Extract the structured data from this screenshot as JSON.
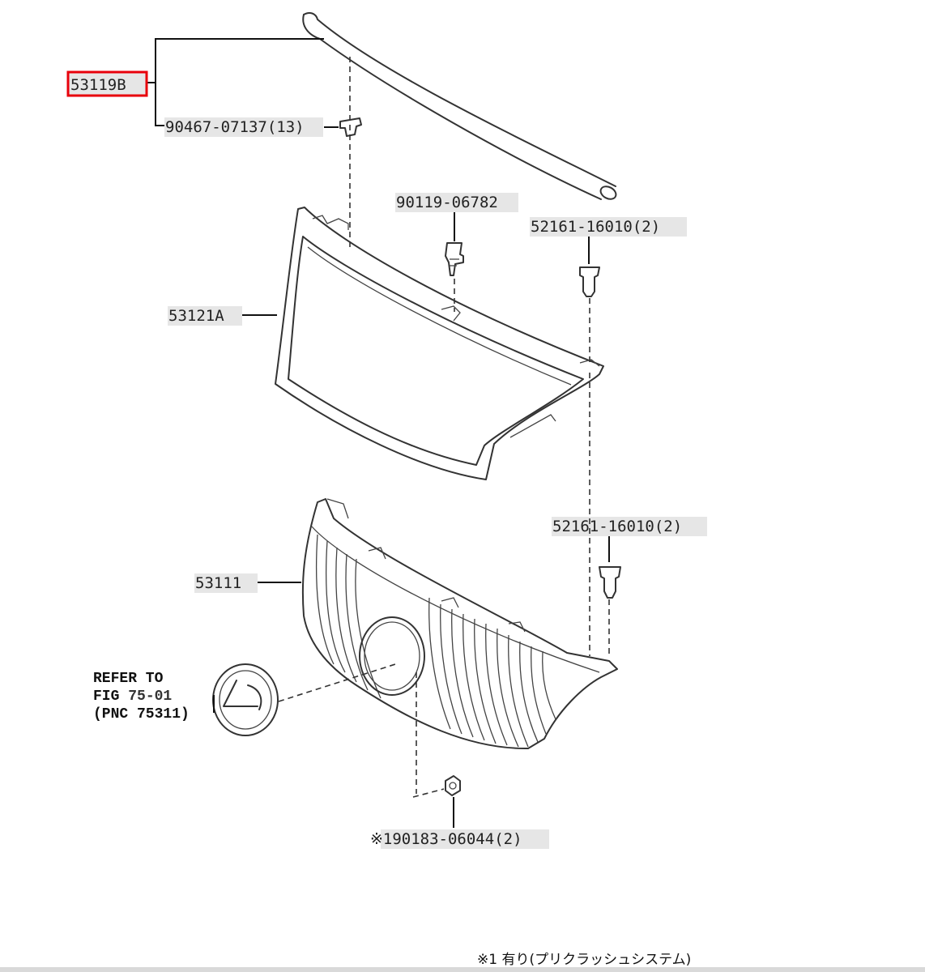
{
  "callouts": {
    "part_53119b": "53119B",
    "clip_90467": "90467-07137(13)",
    "bolt_90119": "90119-06782",
    "clip_52161_upper": "52161-16010(2)",
    "part_53121a": "53121A",
    "clip_52161_lower": "52161-16010(2)",
    "part_53111": "53111",
    "nut_90183": "※190183-06044(2)"
  },
  "reference": {
    "line1": "REFER TO",
    "line2_prefix": "FIG ",
    "line2_fig": "75-01",
    "line3": "(PNC 75311)"
  },
  "footnote": "※1 有り(プリクラッシュシステム)",
  "highlight": {
    "selected_part": "53119B",
    "border_color": "#e8000b",
    "text_background": "#e6e6e6"
  }
}
